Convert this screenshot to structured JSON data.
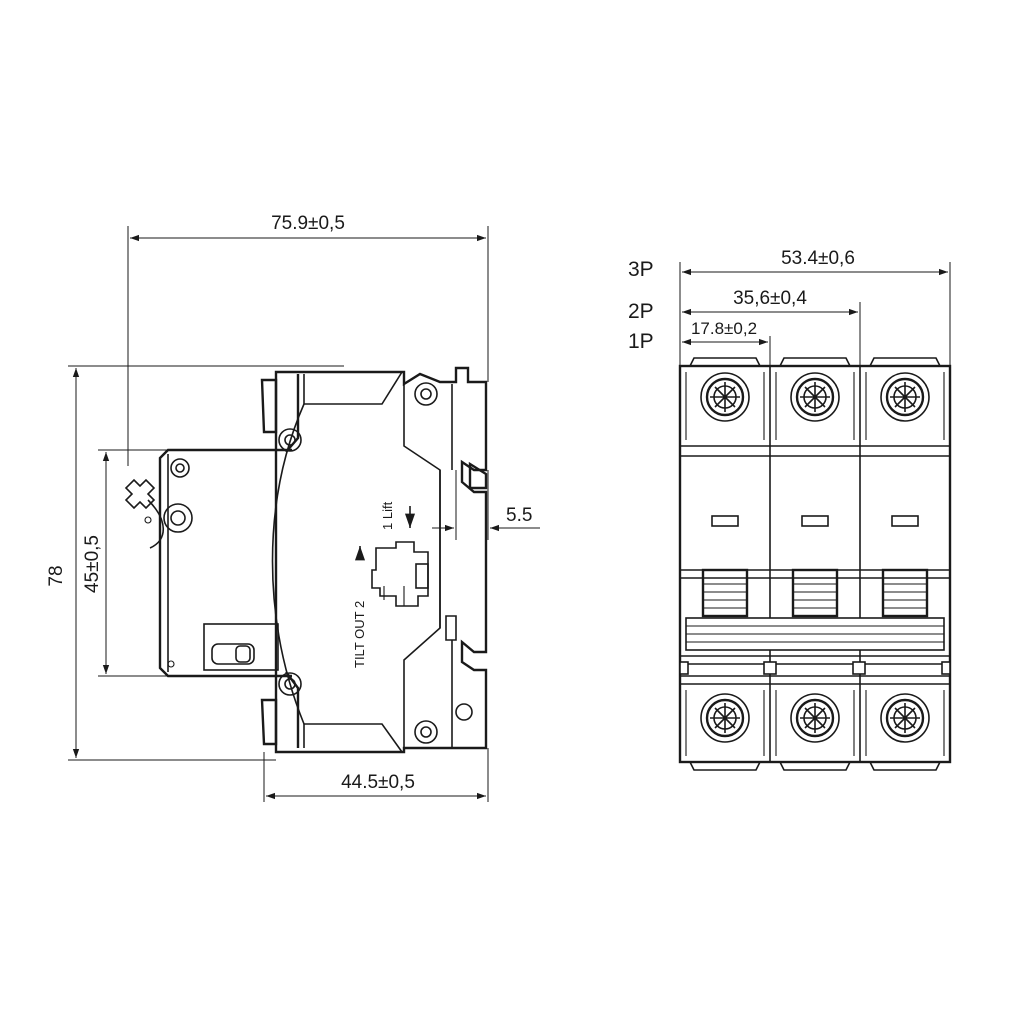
{
  "side_view": {
    "dims": {
      "overall_depth": "75.9±0,5",
      "height": "78",
      "window_height": "45±0,5",
      "front_depth": "44.5±0,5",
      "rail_offset": "5.5"
    },
    "labels": {
      "lift": "1 Lift",
      "tilt_out": "TILT OUT 2"
    }
  },
  "front_view": {
    "poles": {
      "p3": "3P",
      "p2": "2P",
      "p1": "1P"
    },
    "dims": {
      "width_3p": "53.4±0,6",
      "width_2p": "35,6±0,4",
      "width_1p": "17.8±0,2"
    },
    "pole_count": 3
  },
  "colors": {
    "line": "#1a1a1a",
    "background": "#ffffff",
    "shade": "#d0d0d0"
  }
}
